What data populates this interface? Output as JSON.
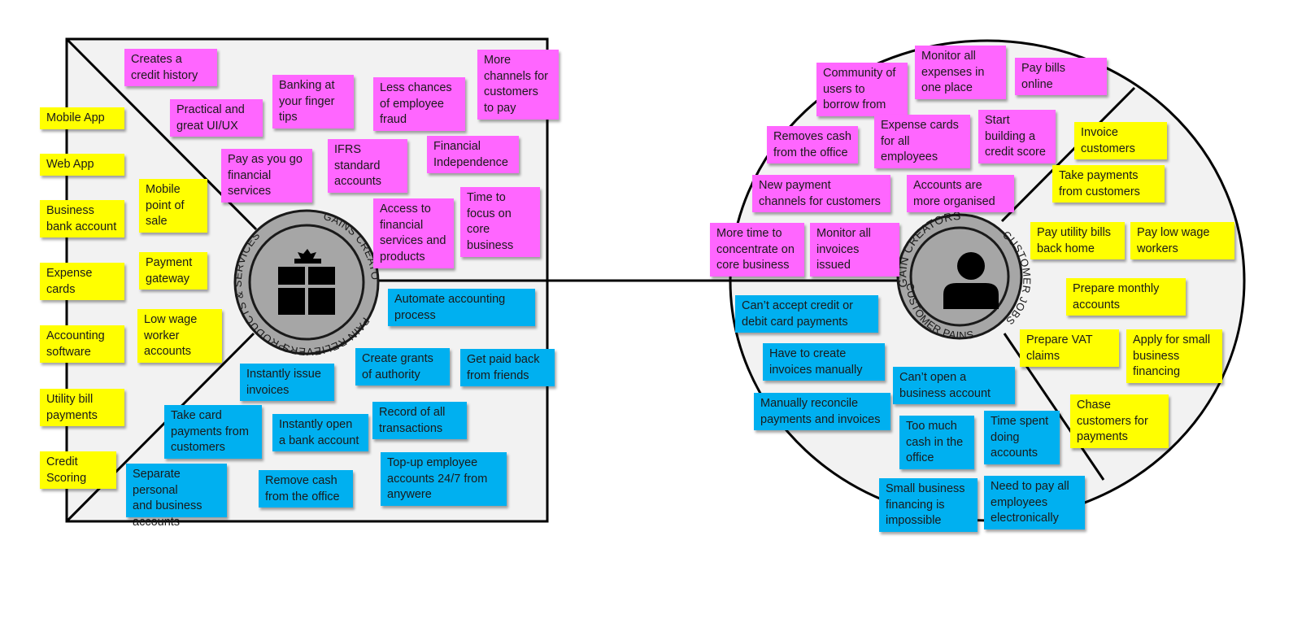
{
  "diagram": {
    "title": "Value Proposition Canvas",
    "colors": {
      "gain": "#ff66ff",
      "product": "#ffff00",
      "pain": "#00b0f0",
      "canvas_fill": "#f2f2f2",
      "badge_fill": "#a6a6a6",
      "line": "#000000"
    },
    "value_map": {
      "badge": {
        "top_right_label": "GAINS CREATORS",
        "left_label": "PRODUCTS & SERVICES",
        "bottom_label": "PAIN RELIEVERS",
        "icon": "gift-icon"
      },
      "gain_creators": [
        "Creates a\ncredit history",
        "Practical and\ngreat UI/UX",
        "Banking at\nyour finger\ntips",
        "Less chances\nof employee\nfraud",
        "More\nchannels for\ncustomers\nto pay",
        "Pay as you go\nfinancial\nservices",
        "IFRS\nstandard\naccounts",
        "Financial\nIndependence",
        "Access to\nfinancial\nservices and\nproducts",
        "Time to\nfocus on\ncore\nbusiness"
      ],
      "products_services": [
        "Mobile App",
        "Web App",
        "Business\nbank account",
        "Mobile\npoint of\nsale",
        "Expense\ncards",
        "Payment\ngateway",
        "Accounting\nsoftware",
        "Low wage\nworker\naccounts",
        "Utility bill\npayments",
        "Credit\nScoring"
      ],
      "pain_relievers": [
        "Automate accounting\nprocess",
        "Create grants\nof authority",
        "Get paid back\nfrom friends",
        "Instantly issue\ninvoices",
        "Record of all\ntransactions",
        "Take card\npayments from\ncustomers",
        "Instantly open\na bank account",
        "Top-up employee\naccounts 24/7 from\nanywere",
        "Separate personal\nand business\naccounts",
        "Remove cash\nfrom the office"
      ]
    },
    "customer_profile": {
      "badge": {
        "top_label": "GAIN CREATORS",
        "right_label": "CUSTOMER JOBS",
        "bottom_label": "CUSTOMER PAINS",
        "icon": "person-icon"
      },
      "gains": [
        "Community of\nusers to\nborrow from",
        "Monitor all\nexpenses in\none place",
        "Pay bills\nonline",
        "Removes cash\nfrom the office",
        "Expense cards\nfor all\nemployees",
        "Start\nbuilding a\ncredit score",
        "New payment\nchannels for customers",
        "Accounts are\nmore organised",
        "More time to\nconcentrate on\ncore business",
        "Monitor all\ninvoices\nissued"
      ],
      "customer_jobs": [
        "Invoice\ncustomers",
        "Take payments\nfrom customers",
        "Pay utility bills\nback home",
        "Pay low wage\nworkers",
        "Prepare monthly\naccounts",
        "Prepare VAT\nclaims",
        "Apply for small\nbusiness\nfinancing",
        "Chase\ncustomers for\npayments"
      ],
      "pains": [
        "Can’t accept credit or\ndebit card payments",
        "Have to create\ninvoices manually",
        "Can’t open a\nbusiness account",
        "Manually reconcile\npayments and invoices",
        "Too much\ncash in the\noffice",
        "Time spent\ndoing\naccounts",
        "Small business\nfinancing is\nimpossible",
        "Need to pay all\nemployees\nelectronically"
      ]
    }
  }
}
